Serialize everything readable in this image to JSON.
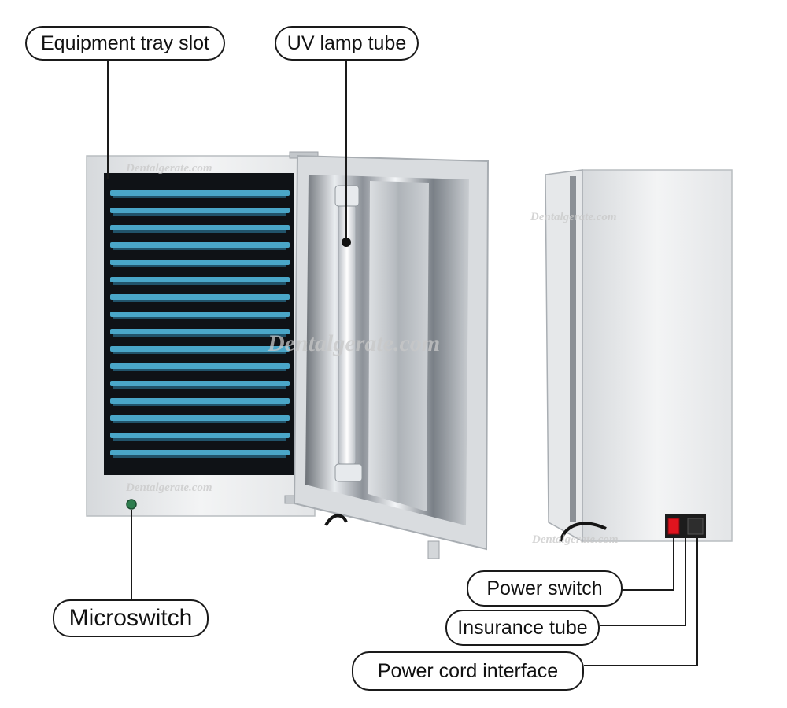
{
  "labels": {
    "tray_slot": "Equipment tray slot",
    "uv_lamp": "UV lamp tube",
    "microswitch": "Microswitch",
    "power_switch": "Power switch",
    "insurance_tube": "Insurance tube",
    "power_cord": "Power cord interface"
  },
  "watermarks": {
    "text": "Dentalgerate.com"
  },
  "tray": {
    "count": 16
  },
  "colors": {
    "tray_blue": "#4aa6c8",
    "cabinet_dark": "#0f1216",
    "cabinet_body": "#e8eaec",
    "switch_red": "#e0141e",
    "indicator_green": "#2e7d4e"
  }
}
